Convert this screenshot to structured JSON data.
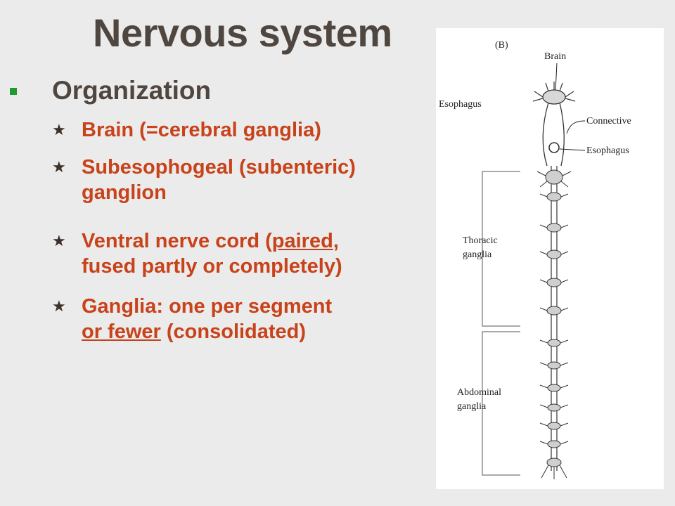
{
  "slide": {
    "title": "Nervous system",
    "main_bullet": "Organization",
    "items": [
      {
        "lines": [
          {
            "parts": [
              {
                "t": "Brain (=cerebral ganglia)",
                "u": false
              }
            ]
          }
        ]
      },
      {
        "lines": [
          {
            "parts": [
              {
                "t": "Subesophogeal (subenteric)",
                "u": false
              }
            ]
          },
          {
            "parts": [
              {
                "t": "ganglion",
                "u": false
              }
            ]
          }
        ]
      },
      {
        "lines": [
          {
            "parts": [
              {
                "t": "Ventral nerve cord (",
                "u": false
              },
              {
                "t": "paired",
                "u": true
              },
              {
                "t": ",",
                "u": false
              }
            ]
          },
          {
            "parts": [
              {
                "t": "fused partly or completely)",
                "u": false
              }
            ]
          }
        ]
      },
      {
        "lines": [
          {
            "parts": [
              {
                "t": "Ganglia:  one per segment",
                "u": false
              }
            ]
          },
          {
            "parts": [
              {
                "t": "or fewer",
                "u": true
              },
              {
                "t": " (consolidated)",
                "u": false
              }
            ]
          }
        ]
      }
    ]
  },
  "figure": {
    "panel_label": "(B)",
    "labels": {
      "brain": "Brain",
      "esophagus_left": "Esophagus",
      "connective": "Connective",
      "esophagus_right": "Esophagus",
      "thoracic_1": "Thoracic",
      "thoracic_2": "ganglia",
      "abdominal_1": "Abdominal",
      "abdominal_2": "ganglia"
    }
  },
  "colors": {
    "title": "#4f4640",
    "bullet_square": "#1f9a2e",
    "subitem_text": "#c8421a",
    "background": "#ebebeb"
  }
}
